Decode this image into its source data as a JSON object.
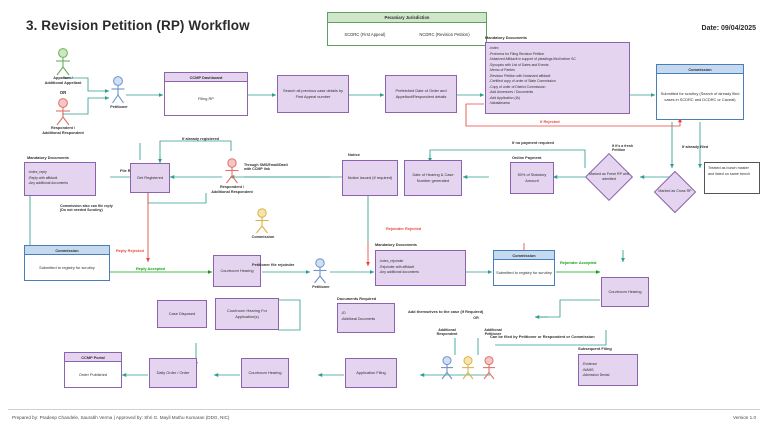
{
  "header": {
    "title": "3. Revision Petition (RP) Workflow",
    "date_label": "Date: 09/04/2025"
  },
  "legend": {
    "title": "Pecuniary Jurisdiction",
    "from": "SCDRC (First Appeal)",
    "to": "NCDRC (Revision Petition)",
    "arrow_color": "#2e9e8f"
  },
  "actors": {
    "appellant": "Appellant /\nAdditional Appellant",
    "appellant_l1": "Appellant /",
    "appellant_l2": "Additional Appellant",
    "or": "OR",
    "respondent_l1": "Respondent /",
    "respondent_l2": "Additional Respondent",
    "petitioner": "Petitioner",
    "respondent_mid_l1": "Respondent /",
    "respondent_mid_l2": "Additional Respondent",
    "commission_mid": "Commission",
    "petitioner_mid": "Petitioner",
    "additional_respondent_l1": "Additional",
    "additional_respondent_l2": "Respondent",
    "additional_petitioner_l1": "Additional",
    "additional_petitioner_l2": "Petitioner",
    "or_bottom": "OR"
  },
  "boxes": {
    "ccmp_dashboard": {
      "title": "CCMP Dashboard",
      "body": "Filing RP"
    },
    "search_prev": {
      "body": "Search all previous case details by First Appeal number"
    },
    "prefetched": {
      "body": "Prefetched Date of Order and Appellant/Respondent details"
    },
    "commission_scrutiny_top": {
      "title": "Commission",
      "body": "Submitted for scrutiny (Search of already filed cases in SCDRC and DCDRC or Caveat)"
    },
    "get_registered": {
      "body": "Get Registered"
    },
    "notice_issued": {
      "body": "Notice issued (If required)"
    },
    "date_of_hearing": {
      "body": "Date of Hearing & Case Number generated"
    },
    "online_payment_box": {
      "body": "50% of Statutory Amount"
    },
    "commission_registry_left": {
      "title": "Commission",
      "body": "Submitted to registry for scrutiny"
    },
    "courtroom_hearing_left": {
      "body": "Courtroom Hearing"
    },
    "commission_registry_mid": {
      "title": "Commission",
      "body": "Submitted to registry for scrutiny"
    },
    "courtroom_hearing_right": {
      "body": "Courtroom Hearing"
    },
    "case_disposed": {
      "body": "Case Disposed"
    },
    "courtroom_hearing_apps": {
      "body": "Courtroom Hearing For Application(s)"
    },
    "application_filing": {
      "body": "Application Filing"
    },
    "courtroom_hearing_bottom": {
      "body": "Courtroom Hearing"
    },
    "daily_order": {
      "body": "Daily Order / Order"
    },
    "ccmp_portal": {
      "title": "CCMP Portal",
      "body": "Order Published"
    },
    "bunch_note": {
      "body": "Treated as bunch master and listed on same bench"
    }
  },
  "doc_lists": {
    "mandatory_top": {
      "title": "Mandatory Documents",
      "items": [
        "Index",
        "Proforma for Filing Revision Petition",
        "Notarized Affidavit in support of pleadings filed before SC",
        "Synopsis with List of Dates and Events",
        "Memo of Parties",
        "Revision Petition with Notarized affidavit",
        "Certified copy of order of State Commission",
        "Copy of order of District Commission",
        "Add Annexures / Documents",
        "Add Application (IA)",
        "Vakalatnama"
      ]
    },
    "mandatory_reply": {
      "title": "Mandatory Documents",
      "items": [
        "Index_reply",
        "Reply with affidavit",
        "Any additional documents"
      ]
    },
    "mandatory_rejoinder": {
      "title": "Mandatory Documents",
      "items": [
        "Index_rejoinder",
        "Rejoinder with affidavit",
        "Any additional documents"
      ]
    },
    "documents_required": {
      "title": "Documents Required",
      "items": [
        "ID",
        "Additional Documents"
      ]
    },
    "subsequent_filing": {
      "title": "Subsequent Filing",
      "items": [
        "Evidence",
        "WAMS",
        "Admission Denial"
      ]
    }
  },
  "diamonds": {
    "fresh_rp": "Marked as Fresh RP and admitted",
    "cross_rp": "Marked as Cross RP"
  },
  "labels": {
    "if_already_registered": "If already registered",
    "file_reply": "File Reply",
    "through_sms_l1": "Through SMS/Email/Dasti",
    "through_sms_l2": "with CCMP link",
    "commission_can_file_l1": "Commission also can file reply",
    "commission_can_file_l2": "(Do not needed Scrutiny)",
    "notice": "Notice",
    "if_no_payment": "If no payment required",
    "online_payment": "Online Payment",
    "if_fresh_l1": "If it's a fresh",
    "if_fresh_l2": "Petition",
    "if_already_filed": "If already filed",
    "if_rejected": "If Rejected",
    "reply_rejected": "Reply Rejected",
    "reply_accepted": "Reply Accepted",
    "rejoinder_rejected": "Rejoinder Rejected",
    "rejoinder_accepted": "Rejoinder Accepted",
    "petitioner_file_rejoinder": "Petitioner file rejoinder",
    "add_themselves": "Add themselves to the case (If Required)",
    "can_be_filed": "Can be filed by Petitioner or Respondent or Commission"
  },
  "colors": {
    "teal": "#2e9e8f",
    "red": "#e8453c",
    "green": "#12a312",
    "purple_border": "#8d63ad",
    "purple_fill": "#e4d4ef",
    "blue_border": "#4a7ebb",
    "blue_fill": "#c5daf0",
    "green_border": "#5e9e5e",
    "green_fill": "#cfe6cb"
  },
  "footer": {
    "prepared_by": "Prepared by: Pradeep Chandele, Saurabh Verma   |   Approved by: Shri G. Mayil Muthu Kumaran (DDG, NIC)",
    "version": "Version 1.0"
  }
}
